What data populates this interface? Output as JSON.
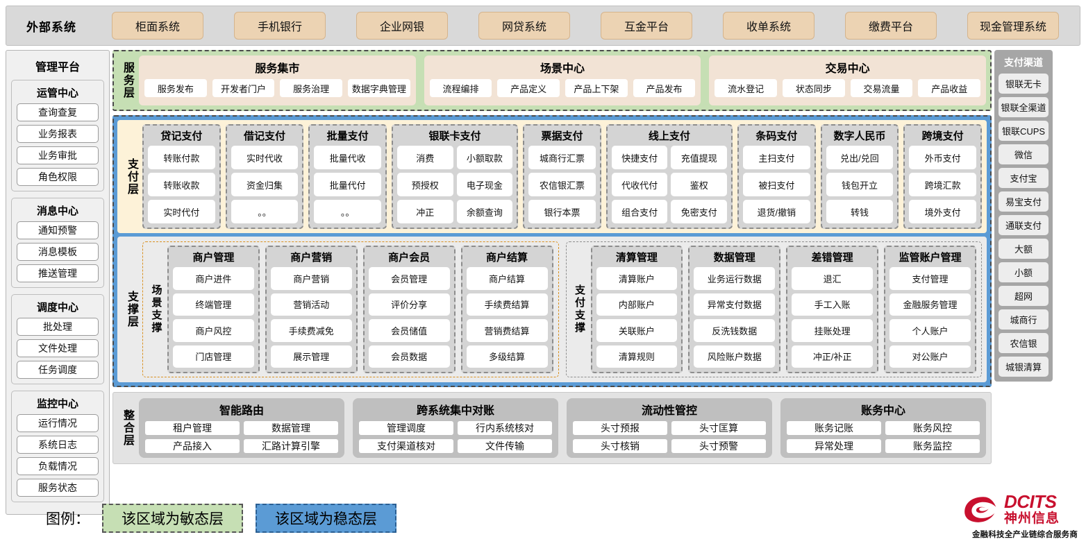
{
  "external": {
    "title": "外部系统",
    "items": [
      "柜面系统",
      "手机银行",
      "企业网银",
      "网贷系统",
      "互金平台",
      "收单系统",
      "缴费平台",
      "现金管理系统"
    ]
  },
  "left_sidebar": {
    "title": "管理平台",
    "groups": [
      {
        "title": "运管中心",
        "items": [
          "查询查复",
          "业务报表",
          "业务审批",
          "角色权限"
        ]
      },
      {
        "title": "消息中心",
        "items": [
          "通知预警",
          "消息模板",
          "推送管理"
        ]
      },
      {
        "title": "调度中心",
        "items": [
          "批处理",
          "文件处理",
          "任务调度"
        ]
      },
      {
        "title": "监控中心",
        "items": [
          "运行情况",
          "系统日志",
          "负载情况",
          "服务状态"
        ]
      }
    ]
  },
  "right_sidebar": {
    "title": "支付渠道",
    "items": [
      "银联无卡",
      "银联全渠道",
      "银联CUPS",
      "微信",
      "支付宝",
      "易宝支付",
      "通联支付",
      "大额",
      "小额",
      "超网",
      "城商行",
      "农信银",
      "城银清算"
    ]
  },
  "service_layer": {
    "label": "服务层",
    "groups": [
      {
        "title": "服务集市",
        "items": [
          "服务发布",
          "开发者门户",
          "服务治理",
          "数据字典管理"
        ]
      },
      {
        "title": "场景中心",
        "items": [
          "流程编排",
          "产品定义",
          "产品上下架",
          "产品发布"
        ]
      },
      {
        "title": "交易中心",
        "items": [
          "流水登记",
          "状态同步",
          "交易流量",
          "产品收益"
        ]
      }
    ]
  },
  "payment_layer": {
    "label": "支付层",
    "groups": [
      {
        "title": "贷记支付",
        "cols": 1,
        "items": [
          "转账付款",
          "转账收款",
          "实时代付"
        ]
      },
      {
        "title": "借记支付",
        "cols": 1,
        "items": [
          "实时代收",
          "资金归集",
          "。。"
        ]
      },
      {
        "title": "批量支付",
        "cols": 1,
        "items": [
          "批量代收",
          "批量代付",
          "。。"
        ]
      },
      {
        "title": "银联卡支付",
        "cols": 2,
        "items": [
          "消费",
          "小额取款",
          "预授权",
          "电子现金",
          "冲正",
          "余额查询"
        ]
      },
      {
        "title": "票据支付",
        "cols": 1,
        "items": [
          "城商行汇票",
          "农信银汇票",
          "银行本票"
        ]
      },
      {
        "title": "线上支付",
        "cols": 2,
        "items": [
          "快捷支付",
          "充值提现",
          "代收代付",
          "鉴权",
          "组合支付",
          "免密支付"
        ]
      },
      {
        "title": "条码支付",
        "cols": 1,
        "items": [
          "主扫支付",
          "被扫支付",
          "退货/撤销"
        ]
      },
      {
        "title": "数字人民币",
        "cols": 1,
        "items": [
          "兑出/兑回",
          "钱包开立",
          "转钱"
        ]
      },
      {
        "title": "跨境支付",
        "cols": 1,
        "items": [
          "外币支付",
          "跨境汇款",
          "境外支付"
        ]
      }
    ]
  },
  "support_layer": {
    "label": "支撑层",
    "scene": {
      "label": "场景支撑",
      "groups": [
        {
          "title": "商户管理",
          "items": [
            "商户进件",
            "终端管理",
            "商户风控",
            "门店管理"
          ]
        },
        {
          "title": "商户营销",
          "items": [
            "商户营销",
            "营销活动",
            "手续费减免",
            "展示管理"
          ]
        },
        {
          "title": "商户会员",
          "items": [
            "会员管理",
            "评价分享",
            "会员储值",
            "会员数据"
          ]
        },
        {
          "title": "商户结算",
          "items": [
            "商户结算",
            "手续费结算",
            "营销费结算",
            "多级结算"
          ]
        }
      ]
    },
    "paysup": {
      "label": "支付支撑",
      "groups": [
        {
          "title": "清算管理",
          "items": [
            "清算账户",
            "内部账户",
            "关联账户",
            "清算规则"
          ]
        },
        {
          "title": "数据管理",
          "items": [
            "业务运行数据",
            "异常支付数据",
            "反洗钱数据",
            "风险账户数据"
          ]
        },
        {
          "title": "差错管理",
          "items": [
            "退汇",
            "手工入账",
            "挂账处理",
            "冲正/补正"
          ]
        },
        {
          "title": "监管账户管理",
          "items": [
            "支付管理",
            "金融服务管理",
            "个人账户",
            "对公账户"
          ]
        }
      ]
    }
  },
  "integration_layer": {
    "label": "整合层",
    "groups": [
      {
        "title": "智能路由",
        "items": [
          "租户管理",
          "数据管理",
          "产品接入",
          "汇路计算引擎"
        ]
      },
      {
        "title": "跨系统集中对账",
        "items": [
          "管理调度",
          "行内系统核对",
          "支付渠道核对",
          "文件传输"
        ]
      },
      {
        "title": "流动性管控",
        "items": [
          "头寸预报",
          "头寸匡算",
          "头寸核销",
          "头寸预警"
        ]
      },
      {
        "title": "账务中心",
        "items": [
          "账务记账",
          "账务风控",
          "异常处理",
          "账务监控"
        ]
      }
    ]
  },
  "legend": {
    "label": "图例：",
    "agile": "该区域为敏态层",
    "stable": "该区域为稳态层",
    "agile_color": "#c6dfb4",
    "stable_color": "#5b9bd5"
  },
  "logo": {
    "en": "DCITS",
    "cn": "神州信息",
    "tagline": "金融科技全产业链综合服务商",
    "brand_color": "#c8102e"
  }
}
